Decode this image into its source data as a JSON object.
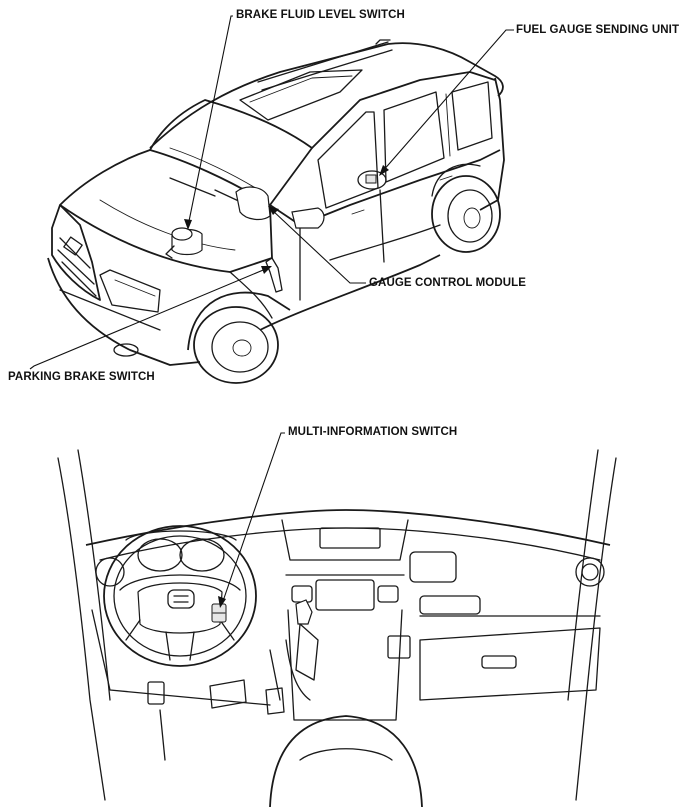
{
  "callouts": {
    "brake_fluid_level_switch": "BRAKE FLUID LEVEL SWITCH",
    "fuel_gauge_sending_unit": "FUEL GAUGE SENDING UNIT",
    "gauge_control_module": "GAUGE CONTROL MODULE",
    "parking_brake_switch": "PARKING BRAKE SWITCH",
    "multi_information_switch": "MULTI-INFORMATION SWITCH"
  }
}
